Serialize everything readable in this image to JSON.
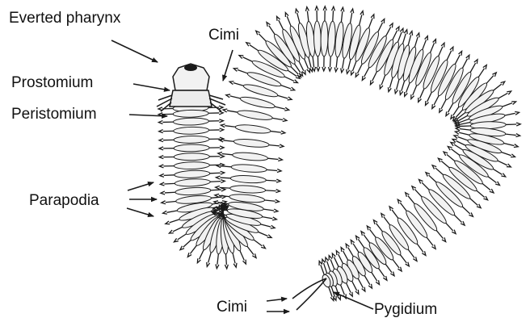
{
  "labels": {
    "everted_pharynx": "Everted pharynx",
    "cirri_top": "Cimi",
    "prostomium": "Prostomium",
    "peristomium": "Peristomium",
    "parapodia": "Parapodia",
    "cirri_bottom": "Cimi",
    "pygidium": "Pygidium"
  },
  "colors": {
    "ink": "#1a1a1a",
    "segment_fill": "#f2f2f2",
    "background": "#ffffff"
  }
}
